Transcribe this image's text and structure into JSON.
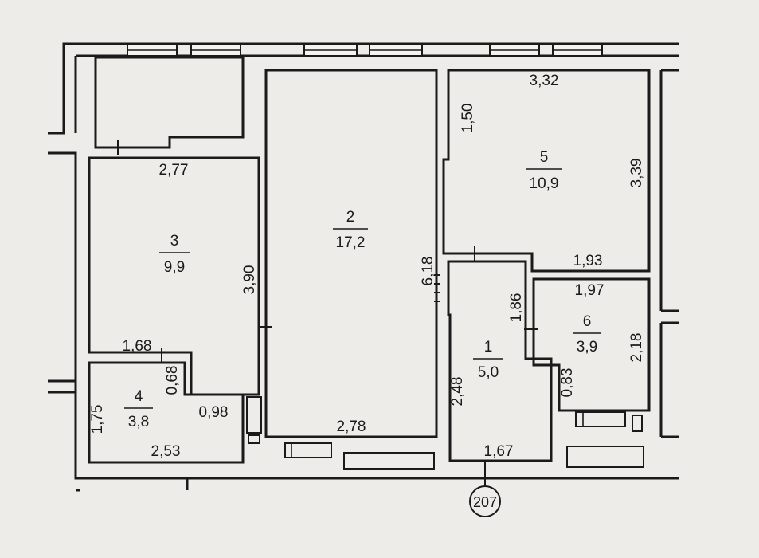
{
  "rooms": [
    {
      "number": "1",
      "area": "5,0"
    },
    {
      "number": "2",
      "area": "17,2"
    },
    {
      "number": "3",
      "area": "9,9"
    },
    {
      "number": "4",
      "area": "3,8"
    },
    {
      "number": "5",
      "area": "10,9"
    },
    {
      "number": "6",
      "area": "3,9"
    }
  ],
  "dimensions": {
    "d_3_32": "3,32",
    "d_1_50": "1,50",
    "d_3_39": "3,39",
    "d_2_77": "2,77",
    "d_1_93": "1,93",
    "d_1_97": "1,97",
    "d_1_86": "1,86",
    "d_6_18": "6,18",
    "d_3_90": "3,90",
    "d_2_18": "2,18",
    "d_0_83": "0,83",
    "d_1_68": "1,68",
    "d_0_68": "0,68",
    "d_1_75": "1,75",
    "d_0_98": "0,98",
    "d_2_53": "2,53",
    "d_2_78": "2,78",
    "d_2_48": "2,48",
    "d_1_67": "1,67"
  },
  "axis_label": "207"
}
